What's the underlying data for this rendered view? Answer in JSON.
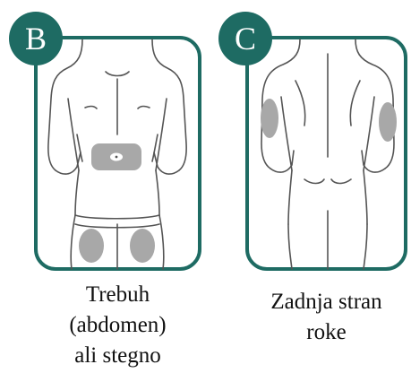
{
  "colors": {
    "frame": "#1e6b63",
    "badge": "#1e6b63",
    "injection_zone": "#a8a8a8",
    "outline": "#555555"
  },
  "panels": [
    {
      "letter": "B",
      "view": "front",
      "caption_lines": [
        "Trebuh",
        "(abdomen)",
        "ali stegno"
      ]
    },
    {
      "letter": "C",
      "view": "back",
      "caption_lines": [
        "Zadnja stran",
        "roke"
      ]
    }
  ]
}
